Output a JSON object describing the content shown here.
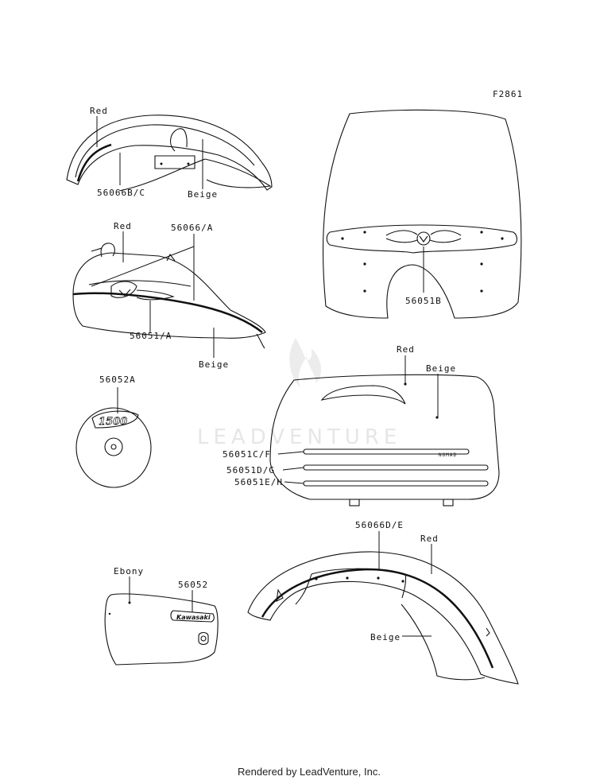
{
  "figure_code": "F2861",
  "watermark": "LEADVENTURE",
  "footer": "Rendered by LeadVenture, Inc.",
  "parts": {
    "front_fender": {
      "color_a": "Red",
      "part_no": "56066B/C",
      "color_b": "Beige"
    },
    "fuel_tank": {
      "color_a": "Red",
      "part_no_top": "56066/A",
      "part_no_bottom": "56051/A",
      "color_b": "Beige"
    },
    "windshield": {
      "part_no": "56051B"
    },
    "cover_1500": {
      "part_no": "56052A",
      "emblem_text": "1500"
    },
    "saddlebag": {
      "color_a": "Red",
      "color_b": "Beige",
      "part_no_1": "56051C/F",
      "part_no_2": "56051D/G",
      "part_no_3": "56051E/H",
      "emblem_text": "NOMAD"
    },
    "side_cover": {
      "color": "Ebony",
      "part_no": "56052",
      "emblem_text": "Kawasaki"
    },
    "rear_fender": {
      "part_no": "56066D/E",
      "color_a": "Red",
      "color_b": "Beige"
    }
  }
}
